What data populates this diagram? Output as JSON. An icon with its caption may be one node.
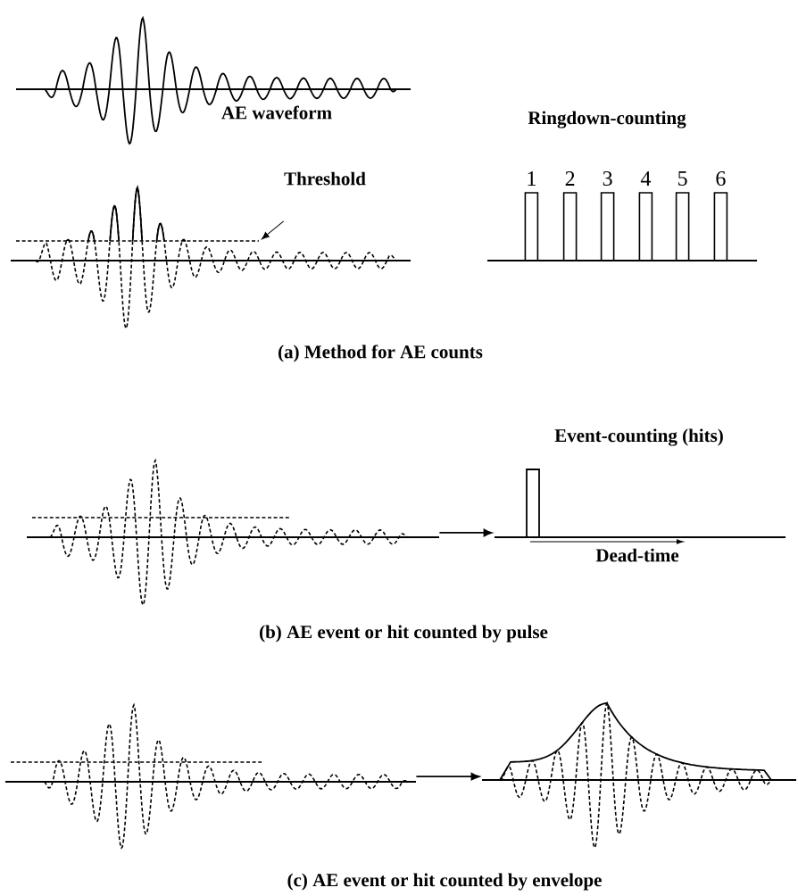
{
  "diagram": {
    "nodes": [
      {
        "text": [
          "Threshold"
        ]
      },
      {
        "text": [],
        "shape": "picture"
      },
      {
        "text": [],
        "shape": "picture",
        "beside": [
          "Event-counting (hits)",
          "Dead-time"
        ]
      },
      {
        "text": [],
        "shape": "picture"
      },
      {
        "text": [],
        "shape": "picture"
      }
    ],
    "edges": [
      {
        "from": 0,
        "to": null,
        "arrow": "to"
      },
      {
        "from": 1,
        "to": 2,
        "arrow": "to"
      },
      {
        "from": 3,
        "to": 4,
        "arrow": "to"
      }
    ],
    "labels": [
      "AE waveform",
      "Ringdown-counting",
      "1",
      "2",
      "3",
      "4",
      "5",
      "6",
      "(a) Method for AE counts",
      "(b) AE event or hit counted by pulse",
      "(c) AE event or hit counted by envelope"
    ]
  }
}
